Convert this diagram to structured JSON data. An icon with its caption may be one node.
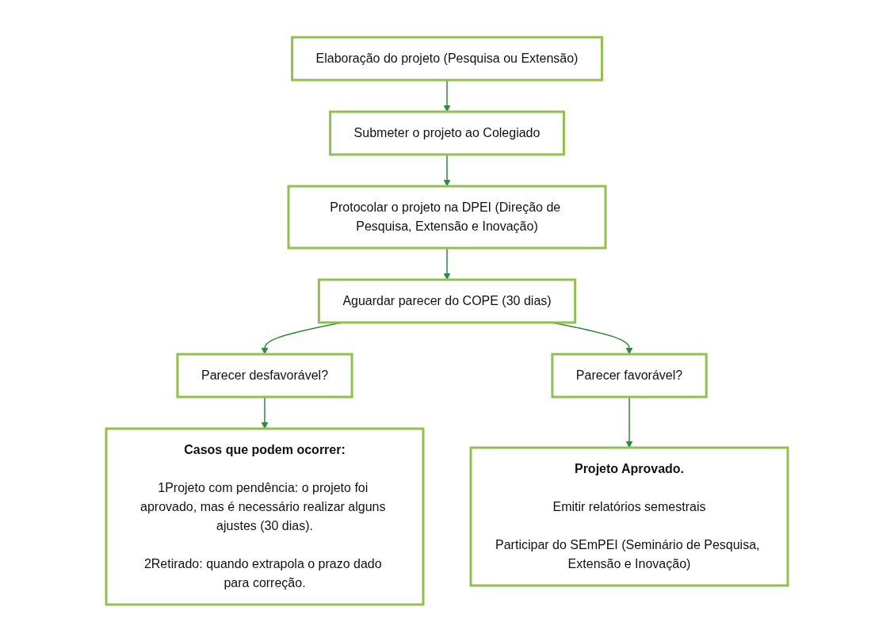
{
  "diagram": {
    "nodes": [
      {
        "text": [
          "Elaboração do projeto (Pesquisa ou Extensão)"
        ]
      },
      {
        "text": [
          "Submeter o projeto ao Colegiado"
        ]
      },
      {
        "text": [
          "Protocolar o projeto na DPEI (Direção de Pesquisa, Extensão e Inovação)"
        ]
      },
      {
        "text": [
          "Aguardar parecer do COPE (30 dias)"
        ]
      },
      {
        "text": [
          "Parecer desfavorável?"
        ]
      },
      {
        "text": [
          "Parecer favorável?"
        ]
      },
      {
        "text": [
          "Casos que podem ocorrer:",
          "1Projeto com pendência: o projeto foi aprovado, mas é necessário realizar alguns ajustes (30 dias).",
          "2Retirado: quando extrapola o prazo dado para correção."
        ]
      },
      {
        "text": [
          "Projeto Aprovado.",
          "Emitir relatórios semestrais",
          "Participar do SEmPEI (Seminário de Pesquisa, Extensão e Inovação)"
        ]
      }
    ],
    "edges": [
      {
        "from": 0,
        "to": 1,
        "arrow": "to"
      },
      {
        "from": 1,
        "to": 2,
        "arrow": "to"
      },
      {
        "from": 2,
        "to": 3,
        "arrow": "to"
      },
      {
        "from": 3,
        "to": 4,
        "arrow": "to"
      },
      {
        "from": 3,
        "to": 5,
        "arrow": "to"
      },
      {
        "from": 4,
        "to": 6,
        "arrow": "to"
      },
      {
        "from": 5,
        "to": 7,
        "arrow": "to"
      }
    ]
  }
}
